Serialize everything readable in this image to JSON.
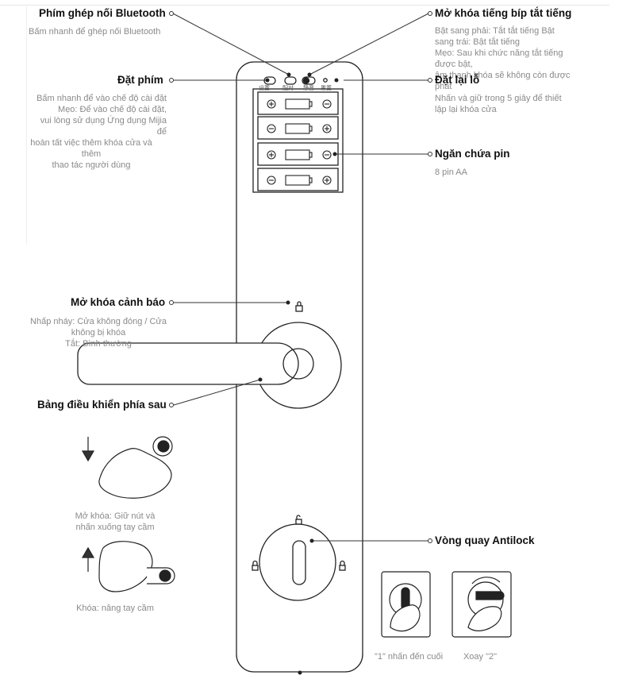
{
  "callouts": {
    "bluetooth": {
      "title": "Phím ghép nối Bluetooth",
      "desc": [
        "Bấm nhanh để ghép nối Bluetooth"
      ]
    },
    "mute": {
      "title": "Mở khóa tiếng bíp tắt tiếng",
      "desc": [
        "Bật sang phải: Tắt tắt tiếng Bật",
        "sang trái: Bật tắt tiếng",
        "Mẹo: Sau khi chức năng tắt tiếng",
        "được bật,",
        "âm thanh khóa sẽ không còn được",
        "phát"
      ]
    },
    "set_key": {
      "title": "Đặt phím",
      "desc": [
        "Bấm nhanh để vào chế độ cài đặt",
        "Mẹo: Để vào chế độ cài đặt,",
        "vui lòng sử dụng Ứng dụng Mijia",
        "để",
        "hoàn tất việc thêm khóa cửa và",
        "thêm",
        "thao tác người dùng"
      ]
    },
    "reset": {
      "title": "Đặt lại lỗ",
      "desc": [
        "Nhấn và giữ trong 5 giây để thiết",
        "lập lại khóa cửa"
      ]
    },
    "battery": {
      "title": "Ngăn chứa pin",
      "desc": [
        "8 pin AA"
      ]
    },
    "alarm": {
      "title": "Mở khóa cảnh báo",
      "desc": [
        "Nhấp nháy: Cửa không đóng / Cửa",
        "không bị khóa",
        "Tắt: Bình thường"
      ]
    },
    "panel": {
      "title": "Bảng điều khiển phía sau",
      "desc": []
    },
    "antilock": {
      "title": "Vòng quay Antilock",
      "desc": []
    }
  },
  "panel_labels": [
    "设置",
    "配对",
    "静音",
    "重置"
  ],
  "captions": {
    "unlock": [
      "Mở khóa: Giữ nút và",
      "nhấn xuống tay cầm"
    ],
    "lock": "Khóa: nâng tay cầm",
    "press": "\"1\" nhấn đến cuối",
    "rotate": "Xoay \"2\""
  }
}
